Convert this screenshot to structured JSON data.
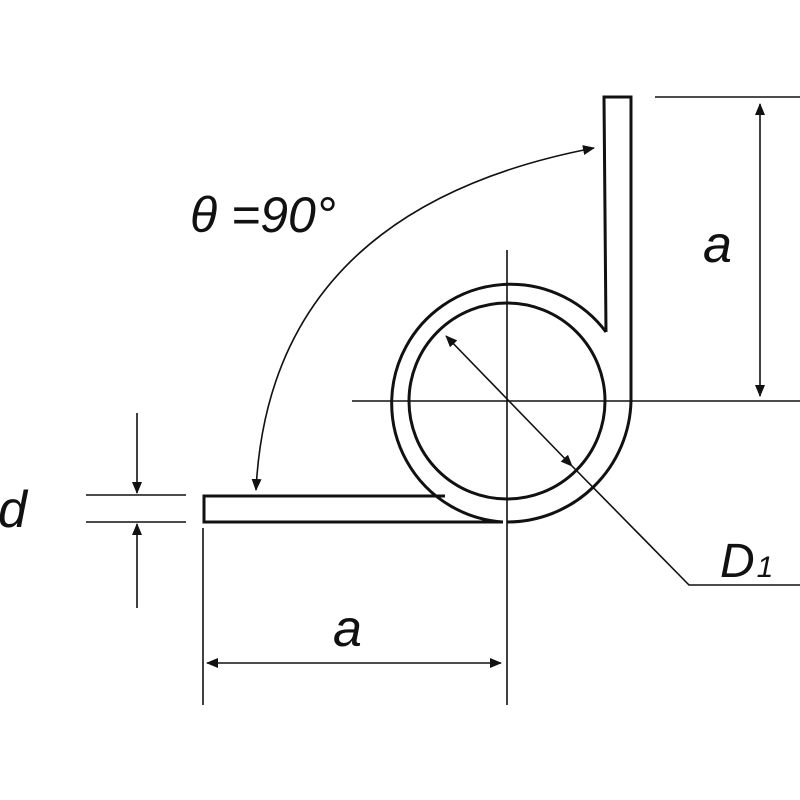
{
  "labels": {
    "angle": "θ =90°",
    "leg_top": "a",
    "leg_bottom": "a",
    "wire_dia": "d",
    "coil_dia_main": "D",
    "coil_dia_sub": "1"
  },
  "colors": {
    "line": "#111111",
    "background": "#ffffff"
  }
}
